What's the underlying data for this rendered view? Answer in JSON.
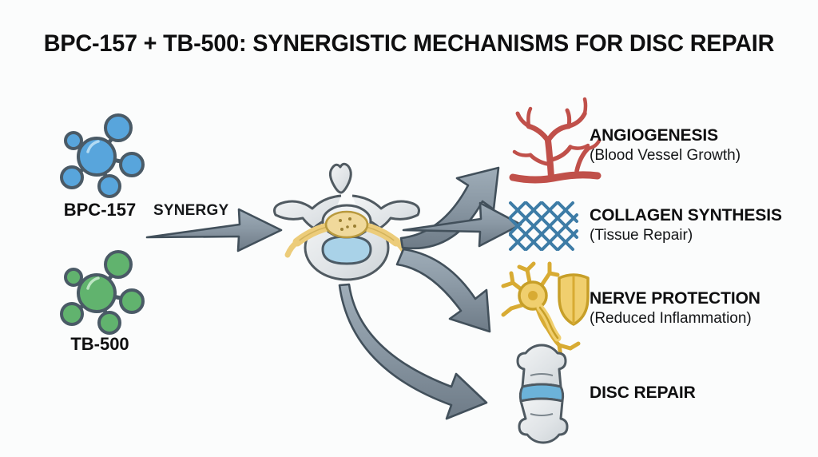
{
  "title": "BPC-157 + TB-500: SYNERGISTIC MECHANISMS FOR DISC REPAIR",
  "compounds": [
    {
      "label": "BPC-157",
      "icon": "molecule-icon",
      "color": "#58a5dc"
    },
    {
      "label": "TB-500",
      "icon": "molecule-icon",
      "color": "#61b36e"
    }
  ],
  "synergy": {
    "label": "SYNERGY",
    "icon": "arrow-right-icon",
    "color": "#8795a1"
  },
  "center": {
    "icon": "vertebra-top-view-icon",
    "bone_color": "#e4e7e9",
    "nerve_color": "#eccc7a",
    "disc_color": "#a9d2e8"
  },
  "outcomes": [
    {
      "title": "ANGIOGENESIS",
      "subtitle": "(Blood Vessel Growth)",
      "icon": "blood-vessel-icon",
      "color": "#c0504a"
    },
    {
      "title": "COLLAGEN SYNTHESIS",
      "subtitle": "(Tissue Repair)",
      "icon": "collagen-mesh-icon",
      "color": "#3d7ca6"
    },
    {
      "title": "NERVE PROTECTION",
      "subtitle": "(Reduced Inflammation)",
      "icon": "neuron-shield-icon",
      "color": "#e0b33c"
    },
    {
      "title": "DISC REPAIR",
      "subtitle": "",
      "icon": "spinal-disc-icon",
      "color": "#6cb3d9"
    }
  ],
  "arrows": {
    "count": 4,
    "icon": "curved-arrow-icon",
    "color": "#8795a1"
  },
  "background_color": "#fbfcfc"
}
